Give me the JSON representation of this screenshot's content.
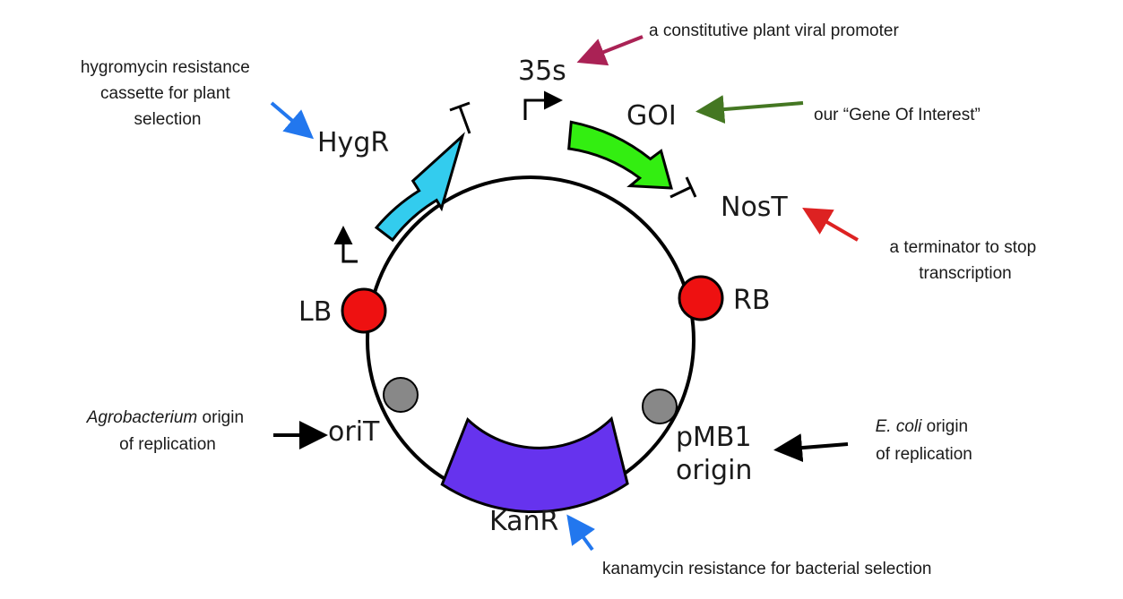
{
  "elements": {
    "s35": "35s",
    "goi": "GOI",
    "nost": "NosT",
    "rb": "RB",
    "pmb1": "pMB1",
    "origin": "origin",
    "kanr": "KanR",
    "orit": "oriT",
    "lb": "LB",
    "hygr": "HygR"
  },
  "annotations": {
    "promoter": "a constitutive plant viral promoter",
    "goi": "our “Gene Of Interest”",
    "hyg": [
      "hygromycin resistance",
      "cassette for plant",
      "selection"
    ],
    "term": [
      "a terminator to stop",
      "transcription"
    ],
    "ecoli_italic": "E. coli",
    "ecoli_rest": " origin",
    "ecoli_line2": "of replication",
    "agro_italic": "Agrobacterium",
    "agro_rest": " origin",
    "agro_line2": "of replication",
    "kan": "kanamycin resistance for bacterial selection"
  },
  "colors": {
    "backbone": "#000000",
    "hygr": "#33ccee",
    "goi": "#33ee11",
    "border": "#ee1111",
    "origin": "#888888",
    "kanr": "#6633ee",
    "arrow_promoter": "#aa2255",
    "arrow_goi": "#447722",
    "arrow_hyg": "#2277ee",
    "arrow_term": "#dd2222",
    "arrow_kan": "#2277ee",
    "arrow_black": "#000000"
  }
}
